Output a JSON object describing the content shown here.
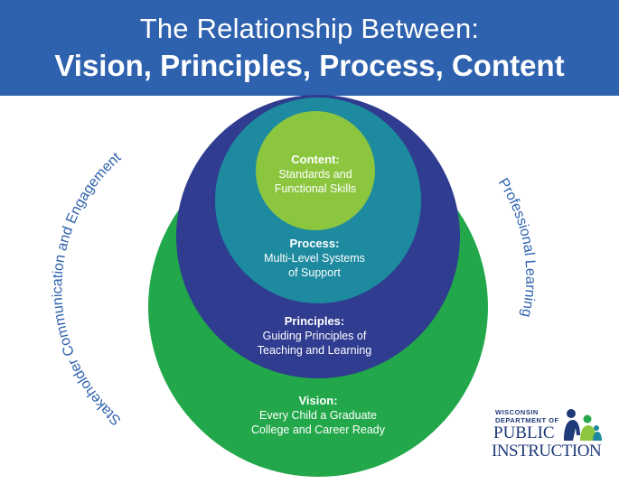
{
  "header": {
    "title_line1": "The Relationship Between:",
    "title_line2": "Vision, Principles, Process, Content"
  },
  "circles": {
    "vision": {
      "heading": "Vision:",
      "line1": "Every Child a Graduate",
      "line2": "College and Career Ready",
      "color": "#22a84a"
    },
    "principles": {
      "heading": "Principles:",
      "line1": "Guiding Principles of",
      "line2": "Teaching and Learning",
      "color": "#2f3c90"
    },
    "process": {
      "heading": "Process:",
      "line1": "Multi-Level Systems",
      "line2": "of Support",
      "color": "#1d8aa0"
    },
    "content": {
      "heading": "Content:",
      "line1": "Standards and",
      "line2": "Functional Skills",
      "color": "#8cc63f"
    }
  },
  "arc_labels": {
    "left": "Stakeholder Communication and Engagement",
    "right": "Professional Learning",
    "color": "#2e62ae"
  },
  "logo": {
    "line_small1": "WISCONSIN",
    "line_small2": "DEPARTMENT OF",
    "line_big1": "PUBLIC",
    "line_big2": "INSTRUCTION",
    "brand_color": "#1e3a78"
  }
}
